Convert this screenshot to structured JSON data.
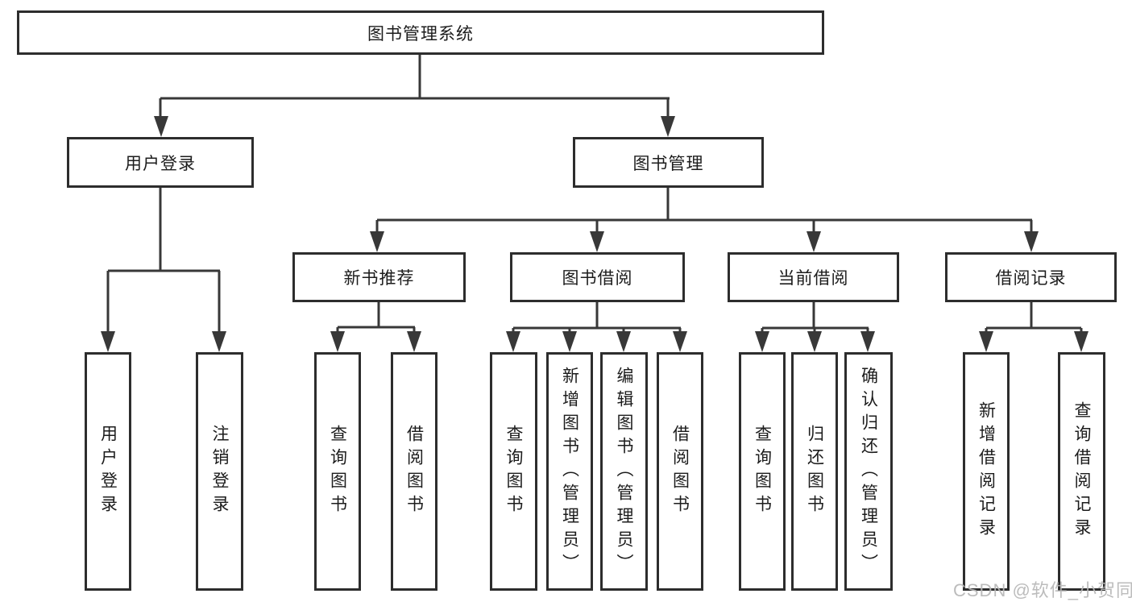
{
  "diagram": {
    "type": "hierarchy-tree",
    "colors": {
      "background": "#ffffff",
      "box_border": "#2d2d2d",
      "connector_line": "#383838",
      "text": "#1c1c1c",
      "watermark_text": "#b7b7b7"
    },
    "root": {
      "label": "图书管理系统"
    },
    "level2": [
      {
        "label": "用户登录"
      },
      {
        "label": "图书管理"
      }
    ],
    "level3": [
      {
        "label": "新书推荐"
      },
      {
        "label": "图书借阅"
      },
      {
        "label": "当前借阅"
      },
      {
        "label": "借阅记录"
      }
    ],
    "leaves": {
      "login": [
        {
          "label": "用户登录"
        },
        {
          "label": "注销登录"
        }
      ],
      "recommend": [
        {
          "label": "查询图书"
        },
        {
          "label": "借阅图书"
        }
      ],
      "borrow": [
        {
          "label": "查询图书"
        },
        {
          "label": "新增图书（管理员）"
        },
        {
          "label": "编辑图书（管理员）"
        },
        {
          "label": "借阅图书"
        }
      ],
      "current": [
        {
          "label": "查询图书"
        },
        {
          "label": "归还图书"
        },
        {
          "label": "确认归还（管理员）"
        }
      ],
      "records": [
        {
          "label": "新增借阅记录"
        },
        {
          "label": "查询借阅记录"
        }
      ]
    },
    "watermark": "CSDN @软件_小贺同学"
  }
}
